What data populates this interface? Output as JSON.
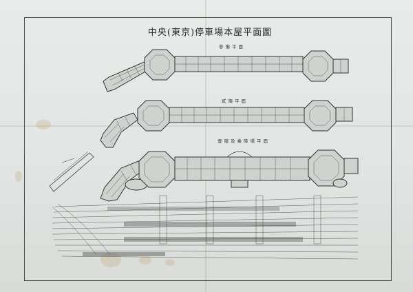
{
  "title": "中央(東京)停車場本屋平面圖",
  "floors": [
    {
      "id": "third",
      "label": "參階平面"
    },
    {
      "id": "second",
      "label": "貳階平面"
    },
    {
      "id": "first",
      "label": "壹階及乘降場平面"
    }
  ],
  "colors": {
    "paper": "#e5e8e6",
    "ink": "#3b3b3b",
    "stain": "#bea06e"
  }
}
